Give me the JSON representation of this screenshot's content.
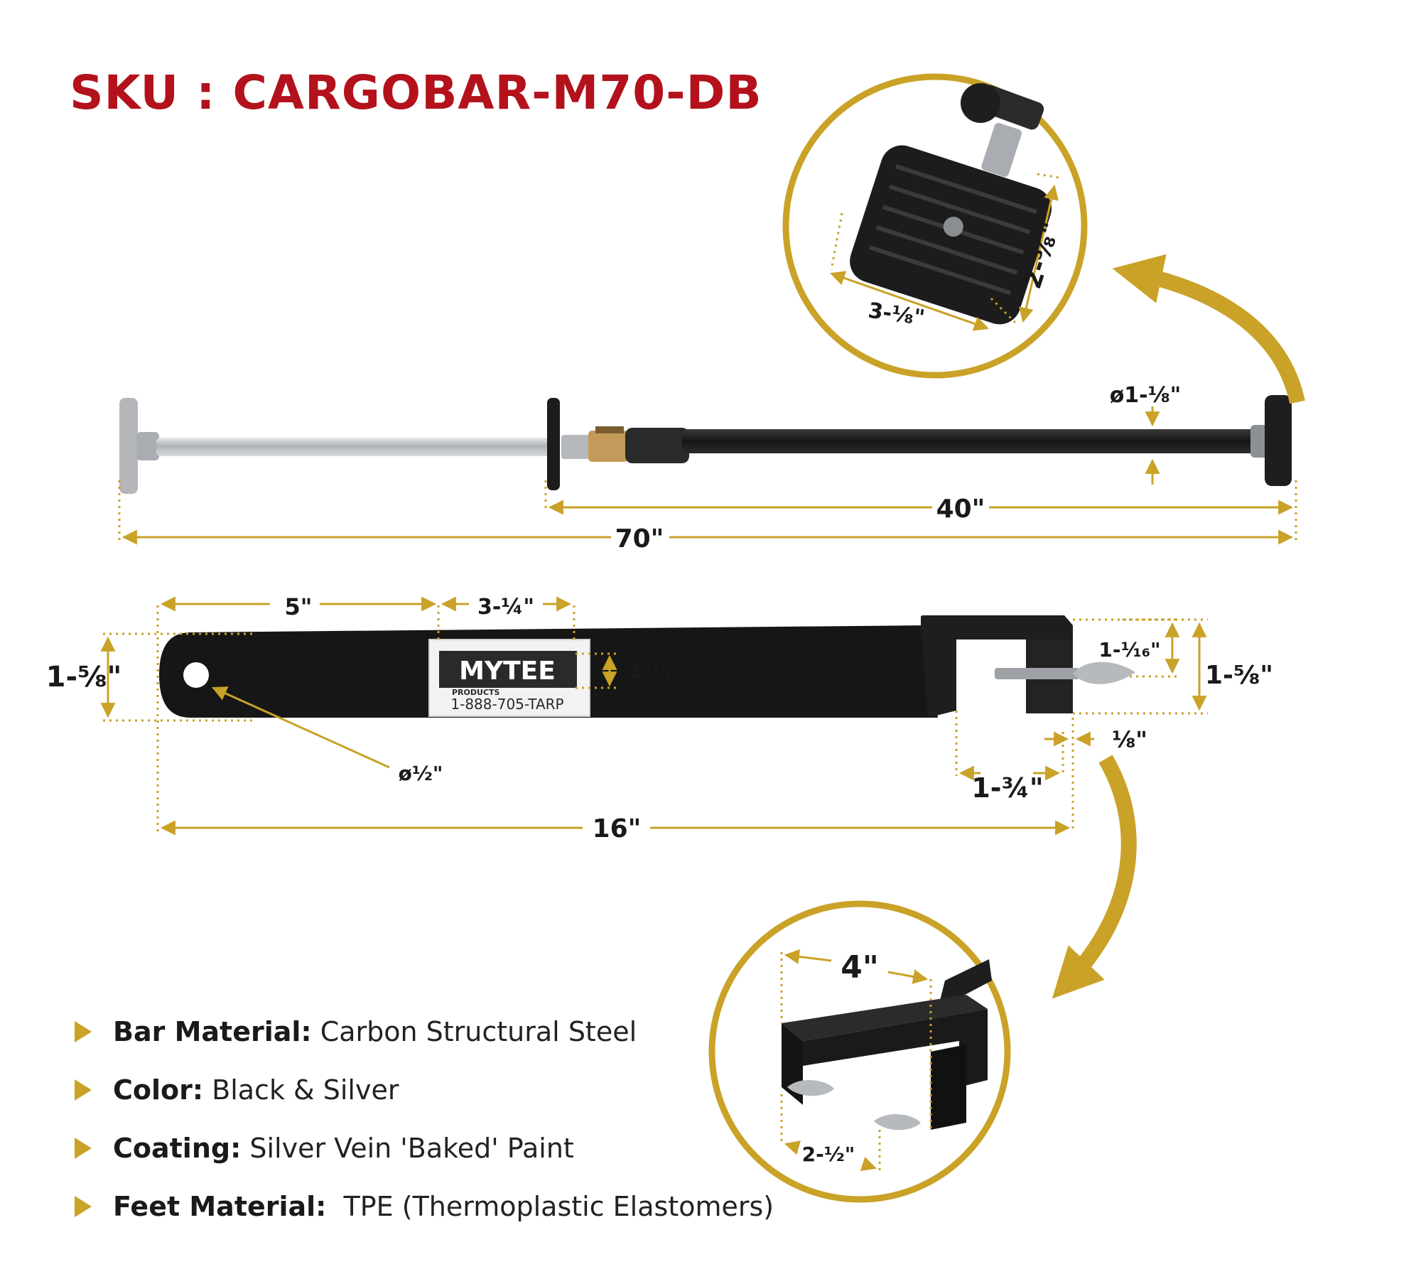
{
  "sku": "SKU : CARGOBAR-M70-DB",
  "colors": {
    "gold": "#c9a227",
    "red": "#b3111b",
    "black": "#1b1b1b",
    "silver": "#b9bcc0"
  },
  "bar_dims": {
    "total_length": "70\"",
    "outer_length": "40\"",
    "diameter": "ø1-⅛\""
  },
  "foot_dims": {
    "width": "3-⅛\"",
    "height": "2-⅜\""
  },
  "bracket_dims": {
    "length": "16\"",
    "hole_offset": "5\"",
    "label_width": "3-¼\"",
    "label_height": "1-¹⁄₁₆\"",
    "width_left": "1-⅝\"",
    "hole_dia": "ø½\"",
    "hook_inner_height": "1-¹⁄₁₆\"",
    "hook_outer_height": "1-⅝\"",
    "hook_depth": "1-¾\"",
    "thickness": "⅛\""
  },
  "label": {
    "brand": "MYTEE",
    "sub": "PRODUCTS",
    "phone": "1-888-705-TARP"
  },
  "hook_dims": {
    "width": "4\"",
    "bolt_spacing": "2-½\""
  },
  "specs": [
    {
      "label": "Bar Material:",
      "value": " Carbon Structural Steel"
    },
    {
      "label": "Color:",
      "value": " Black & Silver"
    },
    {
      "label": "Coating:",
      "value": " Silver Vein 'Baked' Paint"
    },
    {
      "label": "Feet Material:",
      "value": "  TPE (Thermoplastic Elastomers)"
    }
  ]
}
